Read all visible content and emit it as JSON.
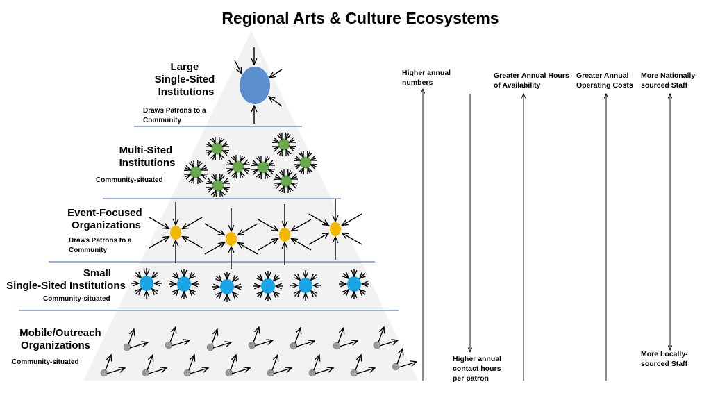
{
  "title": "Regional Arts & Culture Ecosystems",
  "tiers": [
    {
      "key": "large",
      "name": [
        "Large",
        "Single-Sited",
        "Institutions"
      ],
      "sub": [
        "Draws Patrons to a",
        "Community"
      ],
      "color": "#5b8fd0"
    },
    {
      "key": "multi",
      "name": [
        "Multi-Sited",
        "Institutions"
      ],
      "sub": [
        "Community-situated"
      ],
      "color": "#6aa84f"
    },
    {
      "key": "event",
      "name": [
        "Event-Focused",
        "Organizations"
      ],
      "sub": [
        "Draws Patrons to a",
        "Community"
      ],
      "color": "#f5b800"
    },
    {
      "key": "small",
      "name": [
        "Small",
        "Single-Sited Institutions"
      ],
      "sub": [
        "Community-situated"
      ],
      "color": "#1aa5e6"
    },
    {
      "key": "mobile",
      "name": [
        "Mobile/Outreach",
        "Organizations"
      ],
      "sub": [
        "Community-situated"
      ],
      "color": "#999999"
    }
  ],
  "axes": [
    {
      "key": "annual-numbers",
      "top": [
        "Higher annual",
        "numbers"
      ],
      "bottom": [
        "Higher annual",
        "contact hours",
        "per patron"
      ],
      "direction": "up-and-down"
    },
    {
      "key": "hours",
      "top": [
        "Greater Annual Hours",
        "of Availability"
      ],
      "bottom": [],
      "direction": "up"
    },
    {
      "key": "costs",
      "top": [
        "Greater Annual",
        "Operating Costs"
      ],
      "bottom": [],
      "direction": "up"
    },
    {
      "key": "staff",
      "top": [
        "More Nationally-",
        "sourced Staff"
      ],
      "bottom": [
        "More Locally-",
        "sourced Staff"
      ],
      "direction": "both"
    }
  ],
  "colors": {
    "pyramid": "#f2f2f2",
    "separator": "#5b7fc6"
  }
}
